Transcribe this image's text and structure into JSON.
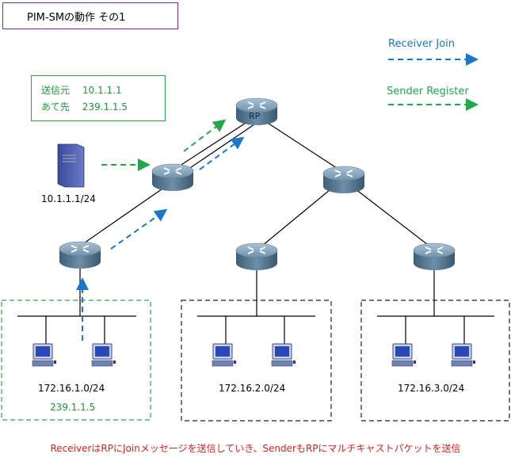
{
  "title": "PIM-SMの動作  その1",
  "info": {
    "source_label": "送信元",
    "source_value": "10.1.1.1",
    "dest_label": "あて先",
    "dest_value": "239.1.1.5"
  },
  "legend": {
    "receiver_join": "Receiver Join",
    "sender_register": "Sender Register"
  },
  "rp_label": "RP",
  "server_ip": "10.1.1.1/24",
  "subnets": [
    {
      "network": "172.16.1.0/24",
      "group": "239.1.1.5"
    },
    {
      "network": "172.16.2.0/24"
    },
    {
      "network": "172.16.3.0/24"
    }
  ],
  "footer": "ReceiverはRPにJoinメッセージを送信していき、SenderもRPにマルチキャストパケットを送信",
  "colors": {
    "receiver_join": "#1a78c8",
    "sender_register": "#22a84a",
    "lan_receiver_border": "#2aa84a",
    "lan_border": "#222222",
    "footer": "#e02020",
    "title_border": "#7a2a9a"
  }
}
